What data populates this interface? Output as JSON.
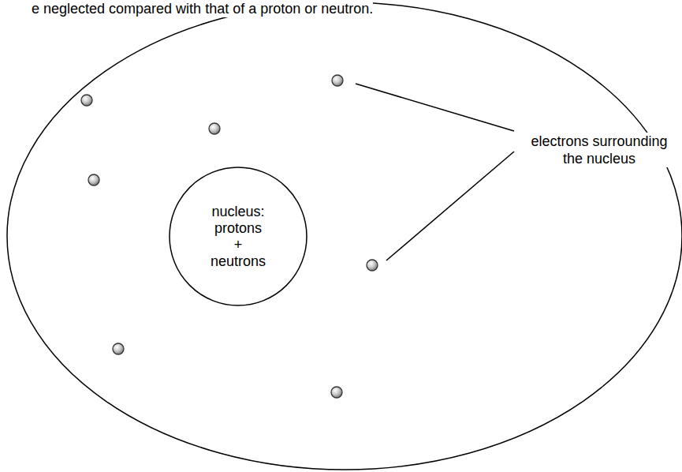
{
  "diagram": {
    "nodes": [
      {
        "text": [
          "nucleus: protons + neutrons"
        ]
      }
    ],
    "labels": [
      "e neglected compared with that of a proton or neutron.",
      "electrons surrounding the nucleus"
    ]
  }
}
